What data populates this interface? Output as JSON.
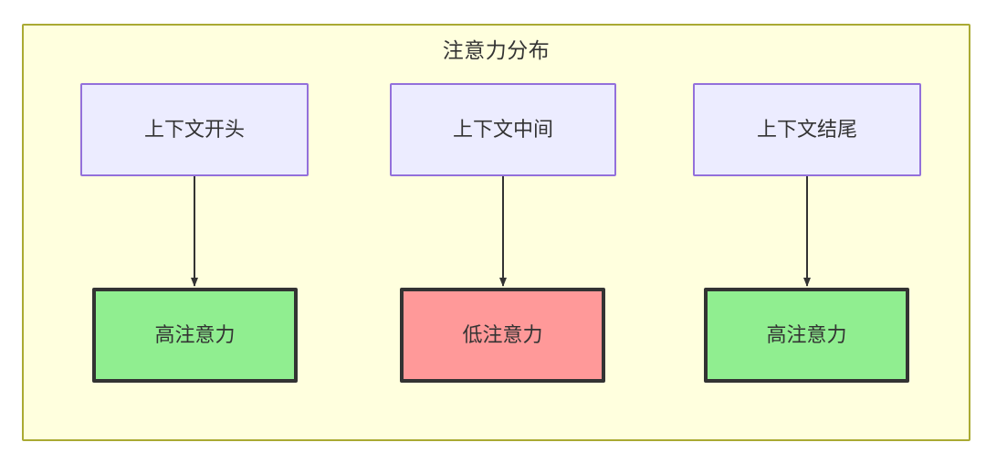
{
  "diagram": {
    "title": "注意力分布",
    "colors": {
      "frame_fill": "#ffffde",
      "frame_border": "#aaaa33",
      "context_fill": "#ececff",
      "context_border": "#9370db",
      "high_attention_fill": "#90ee90",
      "low_attention_fill": "#ff9999",
      "node_border_dark": "#333333",
      "edge": "#333333",
      "text": "#333333"
    },
    "nodes": {
      "context_start": "上下文开头",
      "context_middle": "上下文中间",
      "context_end": "上下文结尾",
      "attention_start": "高注意力",
      "attention_middle": "低注意力",
      "attention_end": "高注意力"
    },
    "edges": [
      {
        "from": "上下文开头",
        "to": "高注意力",
        "label": ""
      },
      {
        "from": "上下文中间",
        "to": "低注意力",
        "label": ""
      },
      {
        "from": "上下文结尾",
        "to": "高注意力",
        "label": ""
      }
    ]
  }
}
